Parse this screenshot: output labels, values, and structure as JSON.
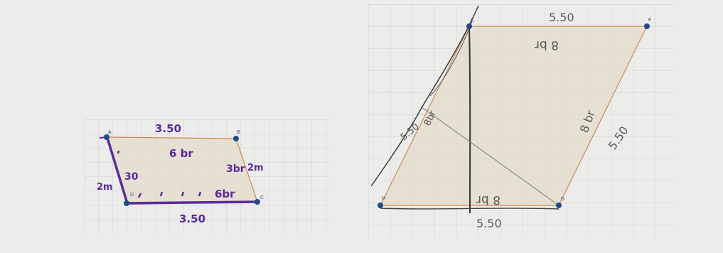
{
  "left_figure": {
    "vertices": {
      "a": "A",
      "b": "B",
      "c": "C",
      "d": "D"
    },
    "annotations": {
      "top": "3.50",
      "top_inner": "6 br",
      "right_inner": "3br",
      "right_outer": "2m",
      "left_outer": "2m",
      "left_inner": "30",
      "bottom_inner": "6br",
      "bottom": "3.50"
    }
  },
  "right_figure": {
    "vertices": {
      "e": "E",
      "f": "F",
      "g": "G",
      "h": "H"
    },
    "annotations": {
      "top_outer": "5.50",
      "top_inner": "8 br",
      "right_inner": "8 br",
      "right_outer": "5.50",
      "left_inner_a": "5.50",
      "left_inner_b": "8br",
      "bottom_inner": "8 br",
      "bottom_outer": "5.50"
    }
  },
  "colors": {
    "paper": "#ececea",
    "grid": "#c9c9c6",
    "fill": "#e4dcc8",
    "edge": "#c98b55",
    "marker": "#5a2aa0",
    "pencil": "#555555",
    "vertex": "#1e4a8c"
  }
}
